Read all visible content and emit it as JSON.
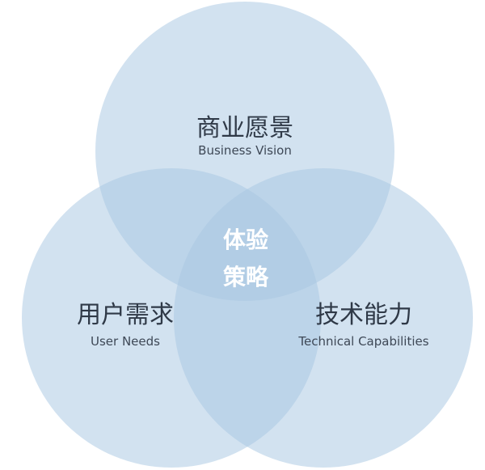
{
  "diagram": {
    "colors": {
      "circle_fill": "#a9c8e3",
      "center_text": "#ffffff",
      "label_text": "#2f3947"
    },
    "business": {
      "cn": "商业愿景",
      "en": "Business Vision"
    },
    "user": {
      "cn": "用户需求",
      "en": "User Needs"
    },
    "tech": {
      "cn": "技术能力",
      "en": "Technical Capabilities"
    },
    "center": {
      "line1": "体验",
      "line2": "策略"
    }
  }
}
